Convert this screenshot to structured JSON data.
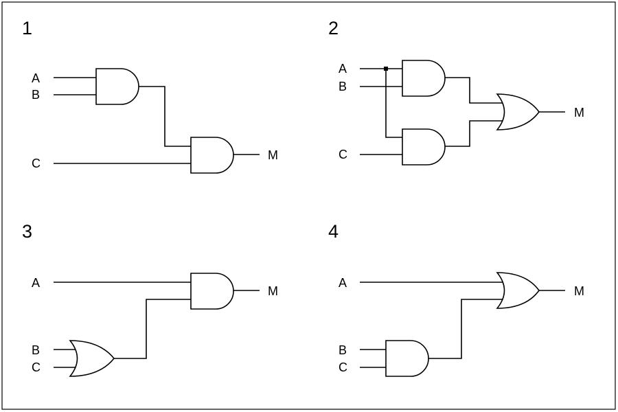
{
  "panels": [
    {
      "number": "1",
      "inputs": [
        "A",
        "B",
        "C"
      ],
      "output": "M",
      "gates": [
        {
          "kind": "and-gate",
          "id": "and-ab"
        },
        {
          "kind": "and-gate",
          "id": "and-final"
        }
      ]
    },
    {
      "number": "2",
      "inputs": [
        "A",
        "B",
        "C"
      ],
      "output": "M",
      "gates": [
        {
          "kind": "and-gate",
          "id": "and-ab"
        },
        {
          "kind": "and-gate",
          "id": "and-ac"
        },
        {
          "kind": "or-gate",
          "id": "or-final"
        }
      ]
    },
    {
      "number": "3",
      "inputs": [
        "A",
        "B",
        "C"
      ],
      "output": "M",
      "gates": [
        {
          "kind": "or-gate",
          "id": "or-bc"
        },
        {
          "kind": "and-gate",
          "id": "and-final"
        }
      ]
    },
    {
      "number": "4",
      "inputs": [
        "A",
        "B",
        "C"
      ],
      "output": "M",
      "gates": [
        {
          "kind": "and-gate",
          "id": "and-bc"
        },
        {
          "kind": "or-gate",
          "id": "or-final"
        }
      ]
    }
  ]
}
